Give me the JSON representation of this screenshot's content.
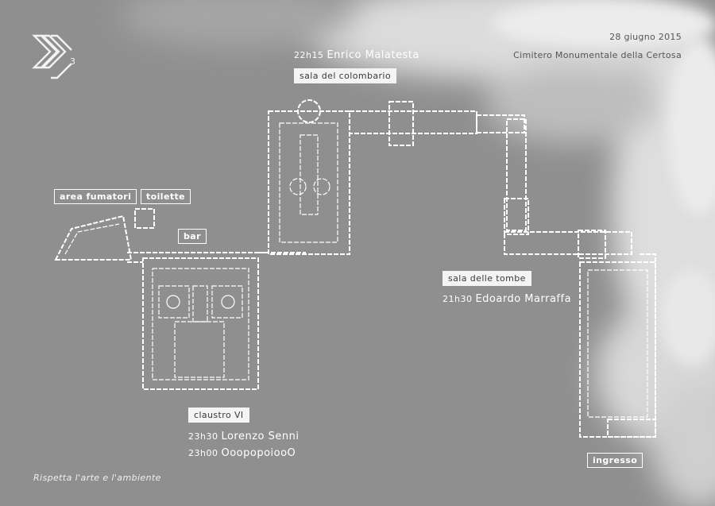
{
  "header": {
    "logo_number": "3",
    "date": "28 giugno 2015",
    "venue": "Cimitero Monumentale della Certosa"
  },
  "labels": {
    "sala_colombario": "sala del colombario",
    "area_fumatori": "area fumatori",
    "toilette": "toilette",
    "bar": "bar",
    "sala_tombe": "sala delle tombe",
    "claustro": "claustro VI",
    "ingresso": "ingresso"
  },
  "performances": {
    "malatesta": {
      "time": "22h15",
      "artist": "Enrico Malatesta"
    },
    "marraffa": {
      "time": "21h30",
      "artist": "Edoardo Marraffa"
    },
    "senni": {
      "time": "23h30",
      "artist": "Lorenzo Senni"
    },
    "ooopopoiooo": {
      "time": "23h00",
      "artist": "OoopopoiooO"
    }
  },
  "footer": {
    "note": "Rispetta l'arte e l'ambiente"
  },
  "colors": {
    "background": "#8f8f8f",
    "cloud": "#e4e4e4",
    "plan_lines": "#ffffff",
    "label_bg": "#f4f4f4",
    "label_text": "#3a3a3a"
  }
}
